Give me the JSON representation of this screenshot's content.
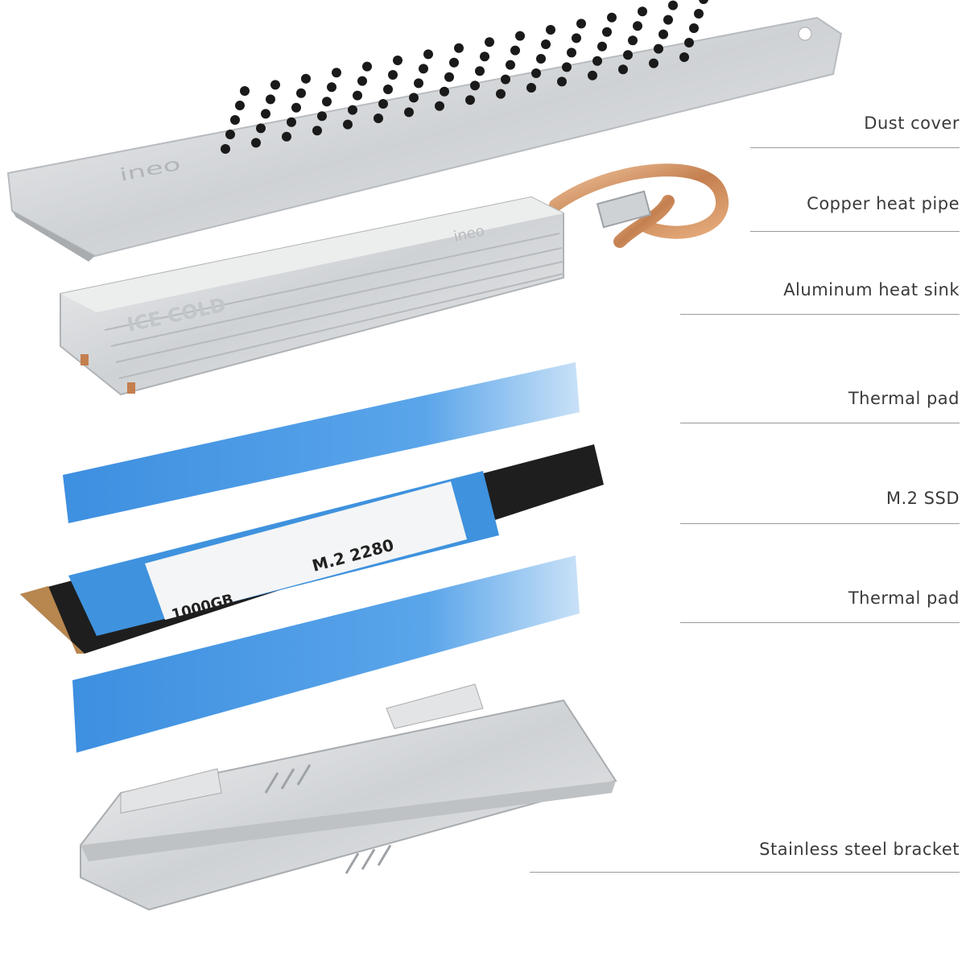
{
  "labels": [
    {
      "text": "Dust cover"
    },
    {
      "text": "Copper heat pipe"
    },
    {
      "text": "Aluminum heat sink"
    },
    {
      "text": "Thermal pad"
    },
    {
      "text": "M.2 SSD"
    },
    {
      "text": "Thermal pad"
    },
    {
      "text": "Stainless steel bracket"
    }
  ],
  "product_markings": {
    "brand": "ineo",
    "heatsink_logo": "ICE COLD",
    "ssd_form_factor": "M.2 2280",
    "ssd_capacity": "1000GB"
  },
  "colors": {
    "aluminum": "#d9dbdd",
    "copper": "#c8875a",
    "thermal_pad": "#4f9be0",
    "ssd_pcb": "#1e1e1e",
    "label_text": "#3a3a3a",
    "rule_line": "#9a9a9a"
  }
}
